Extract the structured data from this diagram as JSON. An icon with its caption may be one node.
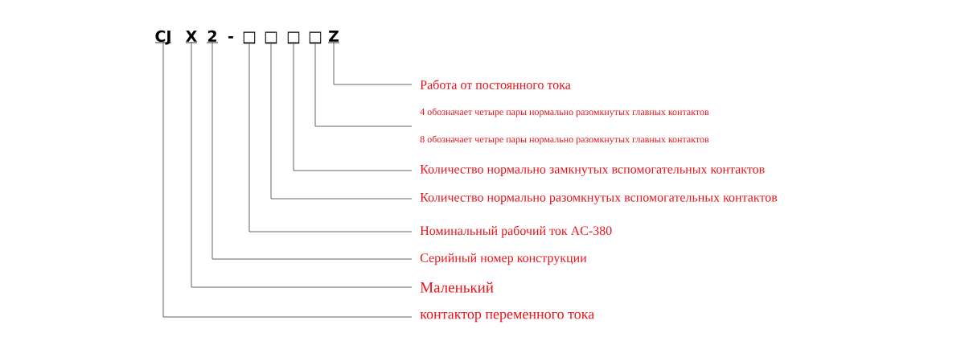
{
  "diagram": {
    "nodes": [
      {
        "text": [
          "CJ"
        ]
      },
      {
        "text": [
          "X"
        ]
      },
      {
        "text": [
          "2"
        ]
      },
      {
        "text": [
          "□"
        ]
      },
      {
        "text": [
          "□"
        ]
      },
      {
        "text": [
          "□"
        ]
      },
      {
        "text": [
          "□"
        ]
      },
      {
        "text": [
          "Z"
        ]
      },
      {
        "text": [
          "Работа от постоянного тока"
        ]
      },
      {
        "text": [
          "4 обозначает четыре пары нормально разомкнутых главных контактов"
        ]
      },
      {
        "text": [
          "8 обозначает четыре пары нормально разомкнутых главных контактов"
        ]
      },
      {
        "text": [
          "Количество нормально замкнутых вспомогательных контактов"
        ]
      },
      {
        "text": [
          "Количество нормально разомкнутых вспомогательных контактов"
        ]
      },
      {
        "text": [
          "Номинальный рабочий ток AC-380"
        ]
      },
      {
        "text": [
          "Серийный номер конструкции"
        ]
      },
      {
        "text": [
          "Маленький"
        ]
      },
      {
        "text": [
          "контактор переменного тока"
        ]
      }
    ],
    "edges": [
      {
        "from": 7,
        "to": 8,
        "arrow": "none"
      },
      {
        "from": 6,
        "to": 9,
        "arrow": "none"
      },
      {
        "from": 6,
        "to": 10,
        "arrow": "none"
      },
      {
        "from": 5,
        "to": 11,
        "arrow": "none"
      },
      {
        "from": 4,
        "to": 12,
        "arrow": "none"
      },
      {
        "from": 3,
        "to": 13,
        "arrow": "none"
      },
      {
        "from": 2,
        "to": 14,
        "arrow": "none"
      },
      {
        "from": 1,
        "to": 15,
        "arrow": "none"
      },
      {
        "from": 0,
        "to": 16,
        "arrow": "none"
      }
    ],
    "labels": [
      "-"
    ]
  }
}
